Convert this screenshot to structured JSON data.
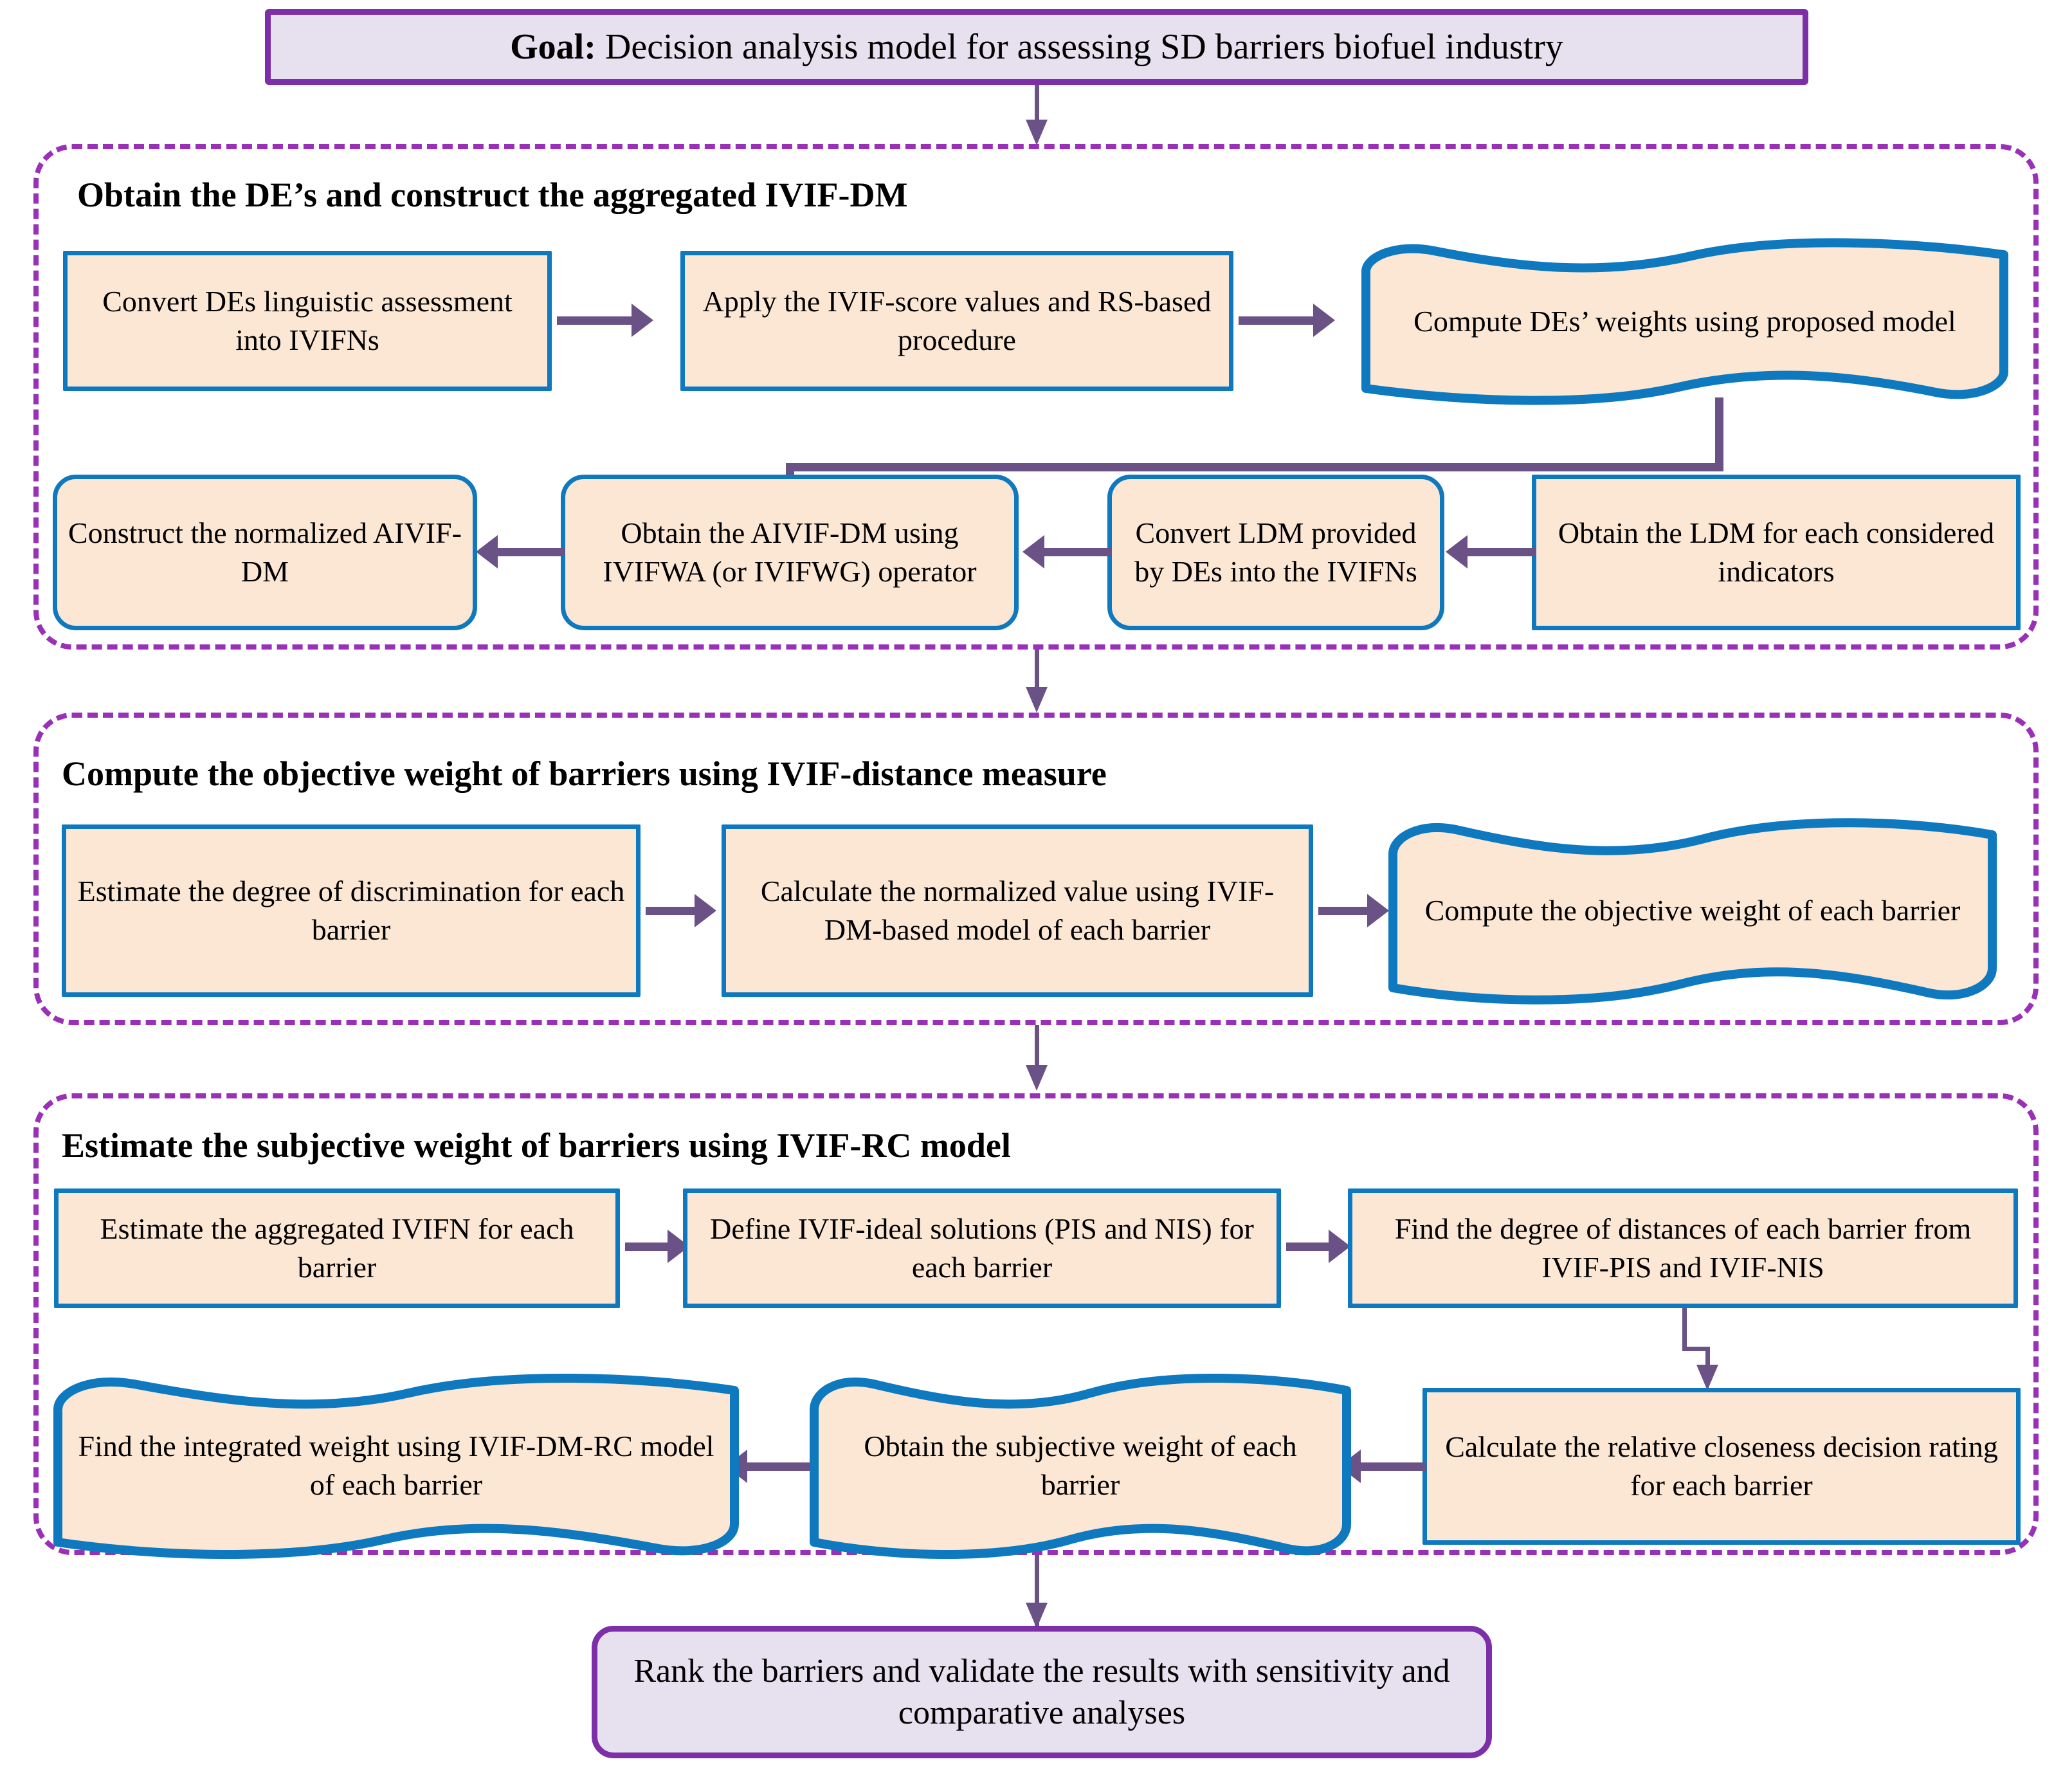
{
  "colors": {
    "accent_blue": "#0e79bf",
    "box_fill": "#fce7d4",
    "group_border_purple": "#9b30b8",
    "goal_fill": "#e7e0ef",
    "goal_border": "#7c2fa8",
    "connector_purple": "#6a5186"
  },
  "goal": {
    "prefix": "Goal:",
    "text": "Decision analysis model for assessing SD barriers biofuel industry",
    "full": "Goal: Decision analysis model for assessing SD barriers biofuel industry"
  },
  "groups": [
    {
      "id": "group-1",
      "title": "Obtain the DE’s and construct the aggregated IVIF-DM",
      "steps": [
        {
          "id": "g1-s1",
          "label": "Convert DEs linguistic assessment into IVIFNs",
          "shape": "square"
        },
        {
          "id": "g1-s2",
          "label": "Apply the IVIF-score values and RS-based procedure",
          "shape": "square"
        },
        {
          "id": "g1-s3",
          "label": "Compute DEs’ weights using proposed model",
          "shape": "wavy"
        },
        {
          "id": "g1-s4",
          "label": "Obtain the LDM for each considered indicators",
          "shape": "square"
        },
        {
          "id": "g1-s5",
          "label": "Convert LDM provided by DEs into the IVIFNs",
          "shape": "rounded"
        },
        {
          "id": "g1-s6",
          "label": "Obtain the AIVIF-DM using IVIFWA (or IVIFWG) operator",
          "shape": "rounded"
        },
        {
          "id": "g1-s7",
          "label": "Construct the normalized AIVIF-DM",
          "shape": "rounded"
        }
      ]
    },
    {
      "id": "group-2",
      "title": "Compute the objective weight of barriers using IVIF-distance measure",
      "steps": [
        {
          "id": "g2-s1",
          "label": "Estimate the  degree of discrimination for each barrier",
          "shape": "square"
        },
        {
          "id": "g2-s2",
          "label": "Calculate the normalized value using IVIF-DM-based model of each barrier",
          "shape": "square"
        },
        {
          "id": "g2-s3",
          "label": "Compute the objective weight of each barrier",
          "shape": "wavy"
        }
      ]
    },
    {
      "id": "group-3",
      "title": "Estimate the subjective weight of barriers using IVIF-RC model",
      "steps": [
        {
          "id": "g3-s1",
          "label": "Estimate the  aggregated IVIFN for each barrier",
          "shape": "square"
        },
        {
          "id": "g3-s2",
          "label": "Define IVIF-ideal solutions (PIS and NIS) for each barrier",
          "shape": "square"
        },
        {
          "id": "g3-s3",
          "label": "Find the degree of distances of each barrier from IVIF-PIS and IVIF-NIS",
          "shape": "square"
        },
        {
          "id": "g3-s4",
          "label": "Calculate the relative closeness decision rating for each barrier",
          "shape": "square"
        },
        {
          "id": "g3-s5",
          "label": "Obtain the subjective weight of each barrier",
          "shape": "wavy"
        },
        {
          "id": "g3-s6",
          "label": "Find the integrated weight using IVIF-DM-RC model of each barrier",
          "shape": "wavy"
        }
      ]
    }
  ],
  "final": {
    "label": "Rank the  barriers and  validate the results with sensitivity and comparative analyses"
  }
}
